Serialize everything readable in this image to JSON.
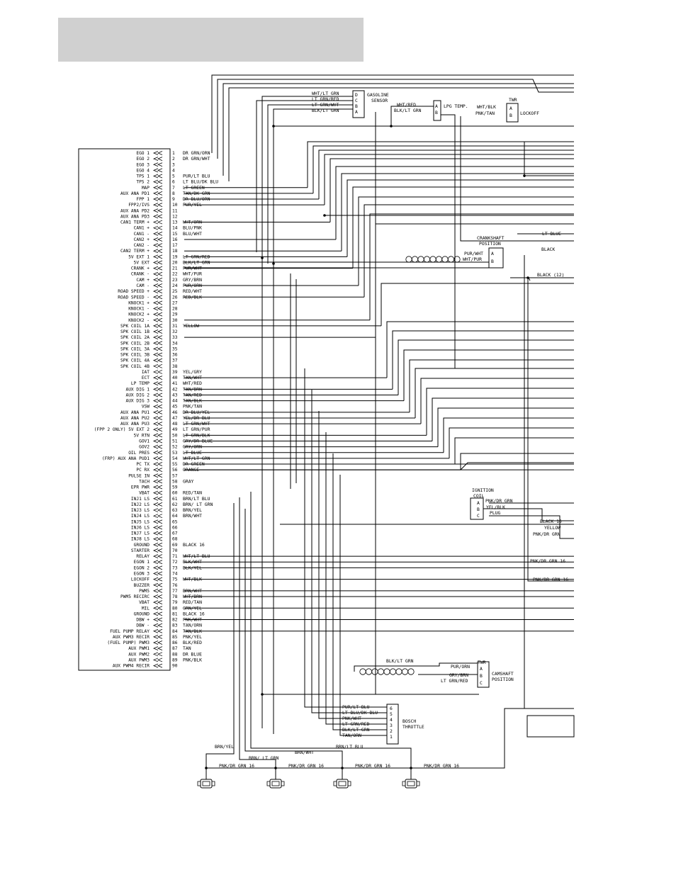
{
  "ecm": {
    "pins": [
      {
        "n": "1",
        "name": "EGO 1",
        "wire": "DR GRN/ORN"
      },
      {
        "n": "2",
        "name": "EGO 2",
        "wire": "DR GRN/WHT"
      },
      {
        "n": "3",
        "name": "EGO 3",
        "wire": ""
      },
      {
        "n": "4",
        "name": "EGO 4",
        "wire": ""
      },
      {
        "n": "5",
        "name": "TPS 1",
        "wire": "PUR/LT BLU"
      },
      {
        "n": "6",
        "name": "TPS 2",
        "wire": "LT BLU/DK BLU"
      },
      {
        "n": "7",
        "name": "MAP",
        "wire": "LT GREEN"
      },
      {
        "n": "8",
        "name": "AUX ANA PD1",
        "wire": "TAN/DK GRN"
      },
      {
        "n": "9",
        "name": "FPP 1",
        "wire": "DR BLU/ORN"
      },
      {
        "n": "10",
        "name": "FPP2/IVS",
        "wire": "PUR/YEL"
      },
      {
        "n": "11",
        "name": "AUX ANA PD2",
        "wire": ""
      },
      {
        "n": "12",
        "name": "AUX ANA PD3",
        "wire": ""
      },
      {
        "n": "13",
        "name": "CAN1 TERM +",
        "wire": "WHT/ORN"
      },
      {
        "n": "14",
        "name": "CAN1 +",
        "wire": "BLU/PNK"
      },
      {
        "n": "15",
        "name": "CAN1 -",
        "wire": "BLU/WHT"
      },
      {
        "n": "16",
        "name": "CAN2 +",
        "wire": ""
      },
      {
        "n": "17",
        "name": "CAN2 -",
        "wire": ""
      },
      {
        "n": "18",
        "name": "CAN2 TERM +",
        "wire": ""
      },
      {
        "n": "19",
        "name": "5V EXT 1",
        "wire": "LT GRN/RED"
      },
      {
        "n": "20",
        "name": "5V EXT",
        "wire": "BLK/LT GRN"
      },
      {
        "n": "21",
        "name": "CRANK +",
        "wire": "PUR/WHT"
      },
      {
        "n": "22",
        "name": "CRANK -",
        "wire": "WHT/PUR"
      },
      {
        "n": "23",
        "name": "CAM +",
        "wire": "GRY/BRN"
      },
      {
        "n": "24",
        "name": "CAM -",
        "wire": "PUR/ORN"
      },
      {
        "n": "25",
        "name": "ROAD SPEED +",
        "wire": "RED/WHT"
      },
      {
        "n": "26",
        "name": "ROAD SPEED -",
        "wire": "RED/BLK"
      },
      {
        "n": "27",
        "name": "KNOCK1 +",
        "wire": ""
      },
      {
        "n": "28",
        "name": "KNOCK1 -",
        "wire": ""
      },
      {
        "n": "29",
        "name": "KNOCK2 +",
        "wire": ""
      },
      {
        "n": "30",
        "name": "KNOCK2 -",
        "wire": ""
      },
      {
        "n": "31",
        "name": "SPK COIL 1A",
        "wire": "YELLOW"
      },
      {
        "n": "32",
        "name": "SPK COIL 1B",
        "wire": ""
      },
      {
        "n": "33",
        "name": "SPK COIL 2A",
        "wire": ""
      },
      {
        "n": "34",
        "name": "SPK COIL 2B",
        "wire": ""
      },
      {
        "n": "35",
        "name": "SPK COIL 3A",
        "wire": ""
      },
      {
        "n": "36",
        "name": "SPK COIL 3B",
        "wire": ""
      },
      {
        "n": "37",
        "name": "SPK COIL 4A",
        "wire": ""
      },
      {
        "n": "38",
        "name": "SPK COIL 4B",
        "wire": ""
      },
      {
        "n": "39",
        "name": "IAT",
        "wire": "YEL/GRY"
      },
      {
        "n": "40",
        "name": "ECT",
        "wire": "TAN/WHT"
      },
      {
        "n": "41",
        "name": "LP TEMP",
        "wire": "WHT/RED"
      },
      {
        "n": "42",
        "name": "AUX DIG 1",
        "wire": "TAN/BRN"
      },
      {
        "n": "43",
        "name": "AUX DIG 2",
        "wire": "TAN/RED"
      },
      {
        "n": "44",
        "name": "AUX DIG 3",
        "wire": "TAN/BLK"
      },
      {
        "n": "45",
        "name": "VSW",
        "wire": "PNK/TAN"
      },
      {
        "n": "46",
        "name": "AUX ANA PU1",
        "wire": "DR BLU/YEL"
      },
      {
        "n": "47",
        "name": "AUX ANA PU2",
        "wire": "YEL/DR BLU"
      },
      {
        "n": "48",
        "name": "AUX ANA PU3",
        "wire": "LT GRN/WHT"
      },
      {
        "n": "49",
        "name": "(FPP 2 ONLY) 5V EXT 2",
        "wire": "LT GRN/PUR"
      },
      {
        "n": "50",
        "name": "5V RTN",
        "wire": "LT GRN/BLK"
      },
      {
        "n": "51",
        "name": "GOV1",
        "wire": "GRY/DR BLUE"
      },
      {
        "n": "52",
        "name": "GOV2",
        "wire": "GRY/ORN"
      },
      {
        "n": "53",
        "name": "OIL PRES",
        "wire": "LT BLUE"
      },
      {
        "n": "54",
        "name": "(FRP) AUX ANA PUD1",
        "wire": "WHT/LT GRN"
      },
      {
        "n": "55",
        "name": "PC TX",
        "wire": "DR GREEN"
      },
      {
        "n": "56",
        "name": "PC RX",
        "wire": "ORANGE"
      },
      {
        "n": "57",
        "name": "PULSE IN",
        "wire": ""
      },
      {
        "n": "58",
        "name": "TACH",
        "wire": "GRAY"
      },
      {
        "n": "59",
        "name": "EPR PWR",
        "wire": ""
      },
      {
        "n": "60",
        "name": "VBAT",
        "wire": "RED/TAN"
      },
      {
        "n": "61",
        "name": "INJ1 LS",
        "wire": "BRN/LT BLU"
      },
      {
        "n": "62",
        "name": "INJ2 LS",
        "wire": "BRN/ LT GRN"
      },
      {
        "n": "63",
        "name": "INJ3 LS",
        "wire": "BRN/YEL"
      },
      {
        "n": "64",
        "name": "INJ4 LS",
        "wire": "BRN/WHT"
      },
      {
        "n": "65",
        "name": "INJ5 LS",
        "wire": ""
      },
      {
        "n": "66",
        "name": "INJ6 LS",
        "wire": ""
      },
      {
        "n": "67",
        "name": "INJ7 LS",
        "wire": ""
      },
      {
        "n": "68",
        "name": "INJ8 LS",
        "wire": ""
      },
      {
        "n": "69",
        "name": "GROUND",
        "wire": "BLACK 16"
      },
      {
        "n": "70",
        "name": "STARTER",
        "wire": ""
      },
      {
        "n": "71",
        "name": "RELAY",
        "wire": "WHT/LT BLU"
      },
      {
        "n": "72",
        "name": "EGON 1",
        "wire": "BLK/WHT"
      },
      {
        "n": "73",
        "name": "EGON 2",
        "wire": "BLK/YEL"
      },
      {
        "n": "74",
        "name": "EGON 3",
        "wire": ""
      },
      {
        "n": "75",
        "name": "LOCKOFF",
        "wire": "WHT/BLK"
      },
      {
        "n": "76",
        "name": "BUZZER",
        "wire": ""
      },
      {
        "n": "77",
        "name": "PWM5",
        "wire": "BRN/WHT"
      },
      {
        "n": "78",
        "name": "PWM5 RECIRC",
        "wire": "WHT/BRN"
      },
      {
        "n": "79",
        "name": "VBAT",
        "wire": "RED/TAN"
      },
      {
        "n": "80",
        "name": "MIL",
        "wire": "GRN/YEL"
      },
      {
        "n": "81",
        "name": "GROUND",
        "wire": "BLACK 16"
      },
      {
        "n": "82",
        "name": "DBW +",
        "wire": "PNK/WHT"
      },
      {
        "n": "83",
        "name": "DBW -",
        "wire": "TAN/ORN"
      },
      {
        "n": "84",
        "name": "FUEL PUMP RELAY",
        "wire": "TAN/BLK"
      },
      {
        "n": "85",
        "name": "AUX PWM3 RECIR",
        "wire": "PNK/YEL"
      },
      {
        "n": "86",
        "name": "(FUEL PUMP) PWM3",
        "wire": "BLK/RED"
      },
      {
        "n": "87",
        "name": "AUX PWM1",
        "wire": "TAN"
      },
      {
        "n": "88",
        "name": "AUX PWM2",
        "wire": "DR BLUE"
      },
      {
        "n": "89",
        "name": "AUX PWM3",
        "wire": "PNK/BLK"
      },
      {
        "n": "90",
        "name": "AUX PWM4 RECIR",
        "wire": ""
      }
    ]
  },
  "connectors": {
    "gasoline_sensor": {
      "title1": "GASOLINE",
      "title2": "SENSOR",
      "pins": [
        "D",
        "C",
        "B",
        "A"
      ],
      "wires": [
        "WHT/LT GRN",
        "LT GRN/RED",
        "LT GRN/WHT",
        "BLK/LT GRN"
      ]
    },
    "lpg_temp": {
      "title": "LPG TEMP.",
      "pins": [
        "A",
        "B"
      ],
      "wires": [
        "WHT/RED",
        "BLK/LT GRN"
      ]
    },
    "lockoff": {
      "top": "TWR",
      "title": "LOCKOFF",
      "pins": [
        "A",
        "B"
      ],
      "wires": [
        "WHT/BLK",
        "PNK/TAN"
      ]
    },
    "crankshaft": {
      "title1": "CRANKSHAFT",
      "title2": "POSITION",
      "pins": [
        "A",
        "B"
      ],
      "wires": [
        "PUR/WHT",
        "WHT/PUR"
      ]
    },
    "ignition_coil": {
      "title1": "IGNITION",
      "title2": "COIL",
      "pins": [
        "A",
        "B",
        "C"
      ],
      "wires": [
        "PNK/DR GRN",
        "YEL/BLK",
        "PLUG"
      ]
    },
    "camshaft": {
      "top": "TWR",
      "title1": "CAMSHAFT",
      "title2": "POSITION",
      "pins": [
        "A",
        "B",
        "C"
      ],
      "wires": [
        "PUR/ORN",
        "GRY/BRN",
        "LT GRN/RED"
      ],
      "shield": "BLK/LT GRN"
    },
    "throttle": {
      "title1": "BOSCH",
      "title2": "THROTTLE",
      "pins": [
        "6",
        "5",
        "4",
        "3",
        "2",
        "1"
      ],
      "wires": [
        "PUR/LT BLU",
        "LT BLU/DK BLU",
        "PNK/WHT",
        "LT GRN/RED",
        "BLK/LT GRN",
        "TAN/ORN"
      ]
    }
  },
  "right_labels": {
    "lt_blue": "LT BLUE",
    "black": "BLACK",
    "black12": "BLACK (12)",
    "black16": "BLACK 16",
    "yellow": "YELLOW",
    "pnk_dr_grn": "PNK/DR GRN",
    "pnk_dr_grn_1": "PNK/DR GRN 16",
    "pnk_dr_grn_2": "PNK/DR GRN 16"
  },
  "injectors": {
    "feeds": [
      "BRN/YEL",
      "BRN/ LT GRN",
      "BRN/WHT",
      "BRN/LT BLU"
    ],
    "power": [
      "PNK/DR GRN 16",
      "PNK/DR GRN 16",
      "PNK/DR GRN 16",
      "PNK/DR GRN 16"
    ]
  }
}
